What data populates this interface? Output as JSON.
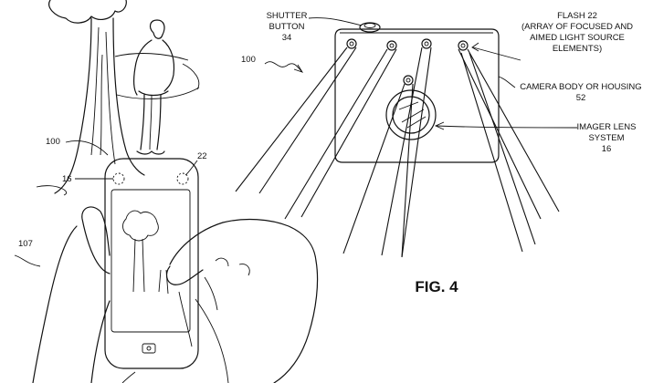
{
  "labels": {
    "shutter_l1": "SHUTTER",
    "shutter_l2": "BUTTON",
    "shutter_num": "34",
    "device_100_right": "100",
    "flash_l1": "FLASH 22",
    "flash_l2": "(ARRAY OF FOCUSED AND",
    "flash_l3": "AIMED LIGHT SOURCE",
    "flash_l4": "ELEMENTS)",
    "body_l1": "CAMERA BODY OR HOUSING",
    "body_num": "52",
    "lens_l1": "IMAGER LENS",
    "lens_l2": "SYSTEM",
    "lens_num": "16",
    "device_100_left": "100",
    "ref_16": "16",
    "ref_22": "22",
    "ref_107": "107"
  },
  "figure_caption": "FIG. 4"
}
